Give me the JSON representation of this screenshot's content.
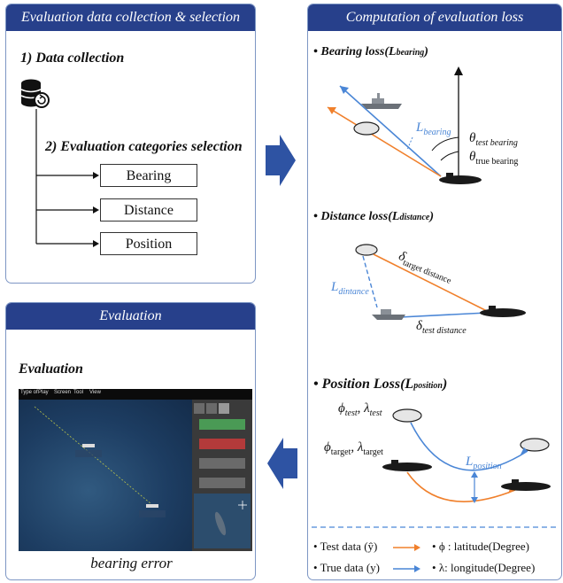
{
  "collection_panel": {
    "header": "Evaluation data collection & selection",
    "step1": "1) Data collection",
    "step2": "2) Evaluation categories selection",
    "categories": [
      "Bearing",
      "Distance",
      "Position"
    ]
  },
  "evaluation_panel": {
    "header": "Evaluation",
    "subtitle": "Evaluation",
    "caption": "bearing error",
    "sim_menu": [
      "Type of",
      "Play",
      "Screen",
      "Tool",
      "View"
    ]
  },
  "loss_panel": {
    "header": "Computation of evaluation loss",
    "bearing_title": "Bearing loss",
    "bearing_symbol": "L",
    "bearing_sub": "bearing",
    "bearing_label_L": "L",
    "bearing_label_L_sub": "bearing",
    "theta_test": "θ",
    "theta_test_sub": "test bearing",
    "theta_true": "θ",
    "theta_true_sub": "true bearing",
    "distance_title": "Distance loss",
    "distance_symbol": "L",
    "distance_sub": "distance",
    "delta_target": "δ",
    "delta_target_sub": "target distance",
    "delta_test": "δ",
    "delta_test_sub": "test distance",
    "L_dintance": "L",
    "L_dintance_sub": "dintance",
    "position_title": "Position Loss",
    "position_symbol": "L",
    "position_sub": "position",
    "phi_test": "ϕ",
    "phi_test_sub": "test",
    "lambda_test": "λ",
    "lambda_test_sub": "test",
    "phi_target": "ϕ",
    "phi_target_sub": "target",
    "lambda_target": "λ",
    "lambda_target_sub": "target",
    "L_position": "L",
    "L_position_sub": "position"
  },
  "legend": {
    "test_data": "Test data (ŷ)",
    "true_data": "True data (y)",
    "latitude": "ϕ : latitude(Degree)",
    "longitude": "λ: longitude(Degree)"
  },
  "colors": {
    "header_bg": "#27408b",
    "panel_border": "#7d96c4",
    "big_arrow": "#2e53a3",
    "test_orange": "#f0802c",
    "true_blue": "#4a86d6"
  }
}
